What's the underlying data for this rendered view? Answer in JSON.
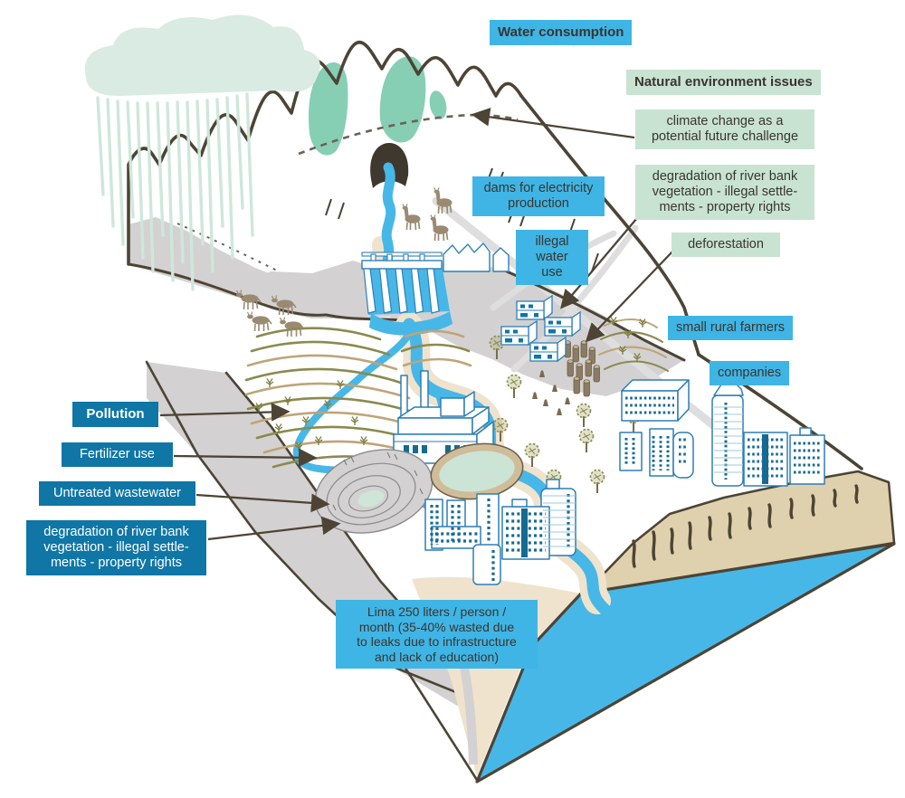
{
  "diagram": {
    "subject": "river basin water use infographic (mountains to coast, Lima)",
    "header": "Water consumption",
    "section_header": "Natural environment issues"
  },
  "labels": {
    "water_consumption": "Water consumption",
    "natural_environment_issues": "Natural environment issues",
    "climate_change": "climate change as a\npotential future challenge",
    "dams": "dams for electricity\nproduction",
    "riverbank_degradation_upper": "degradation of river bank\nvegetation - illegal settle-\nments - property rights",
    "illegal_water_use": "illegal\nwater use",
    "deforestation": "deforestation",
    "small_rural_farmers": "small rural farmers",
    "companies": "companies",
    "pollution": "Pollution",
    "fertilizer_use": "Fertilizer use",
    "untreated_wastewater": "Untreated wastewater",
    "riverbank_degradation_lower": "degradation of river bank\nvegetation - illegal settle-\nments - property rights",
    "lima_consumption": "Lima 250 liters / person /\nmonth (35-40% wasted due\nto leaks due to infrastructure\nand lack of education)"
  },
  "colors": {
    "label_blue": "#3fb5e6",
    "label_dark_blue": "#0f76a6",
    "label_green": "#c8e3d2",
    "water_blue": "#47b7e8",
    "glacier_teal": "#87cfb4",
    "cloud_rain": "#d9ebe2",
    "terrain_gray": "#d3d1d1",
    "outline_brown": "#4d4435",
    "building_outline_blue": "#2d7fb5",
    "window_teal": "#156a92",
    "sand": "#efe3cd",
    "cliff_tan": "#e0d1ae",
    "vegetation_olive": "#8a8a4f",
    "text_dark": "#3a352d"
  }
}
